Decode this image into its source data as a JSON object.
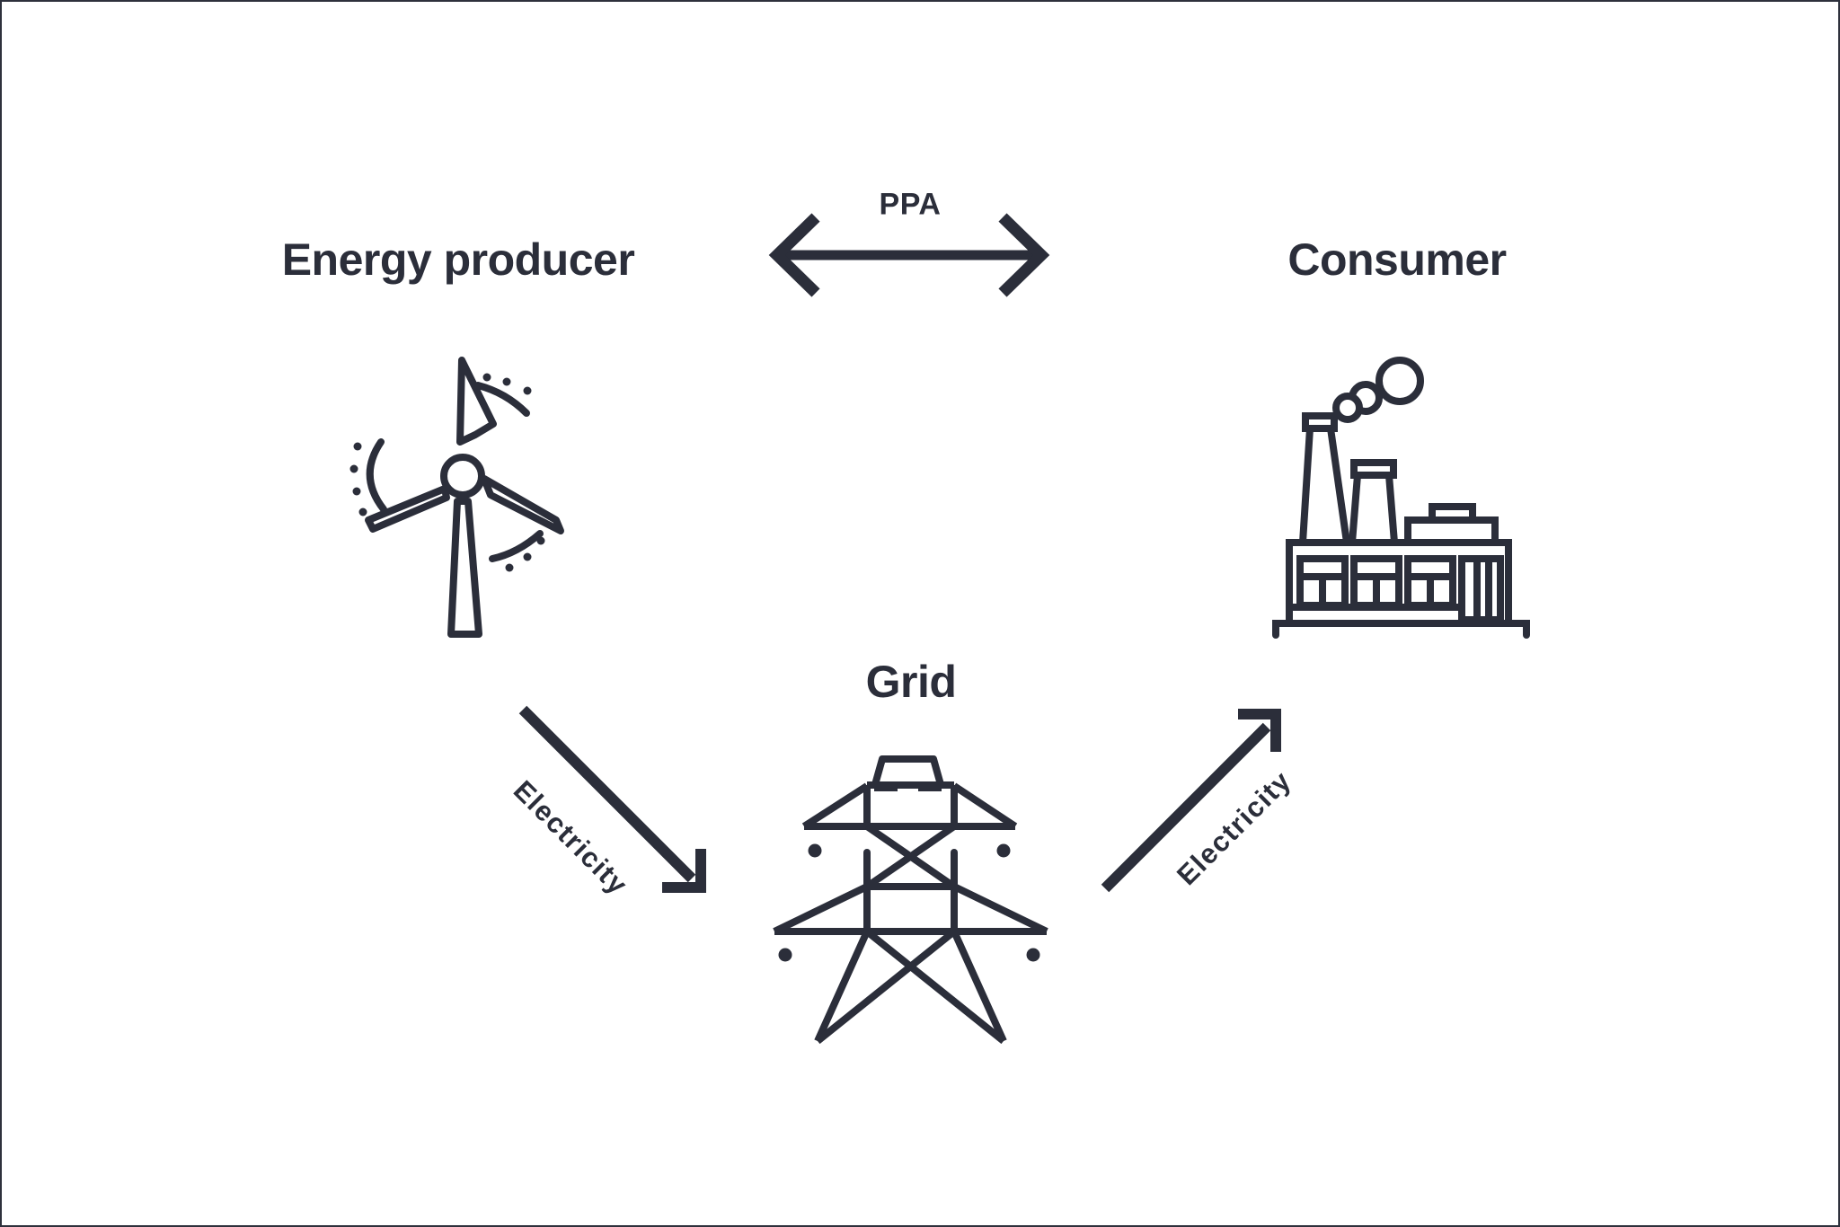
{
  "palette": {
    "ink": "#2b2e3a",
    "background": "#ffffff",
    "border": "#2e313c"
  },
  "nodes": {
    "energy_producer": {
      "label": "Energy producer",
      "icon": "wind-turbine"
    },
    "consumer": {
      "label": "Consumer",
      "icon": "factory"
    },
    "grid": {
      "label": "Grid",
      "icon": "transmission-tower"
    }
  },
  "edges": {
    "ppa": {
      "label": "PPA",
      "type": "bidirectional",
      "from": "Energy producer",
      "to": "Consumer"
    },
    "producer_to_grid": {
      "label": "Electricity",
      "type": "one-way",
      "from": "Energy producer",
      "to": "Grid"
    },
    "grid_to_consumer": {
      "label": "Electricity",
      "type": "one-way",
      "from": "Grid",
      "to": "Consumer"
    }
  }
}
